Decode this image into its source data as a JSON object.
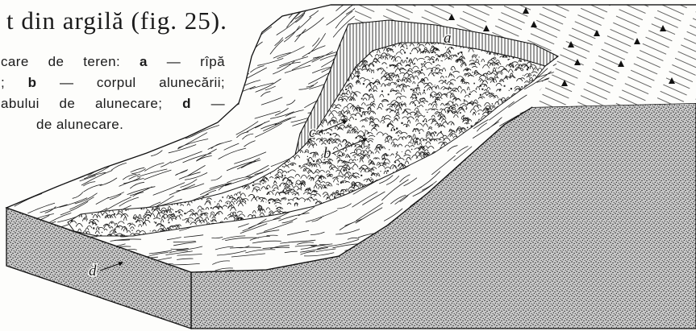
{
  "page": {
    "body_text": "t din argilă (fig. 25)."
  },
  "caption": {
    "line1": {
      "before": "care de teren: ",
      "key": "a",
      "after": " — rîpă"
    },
    "line2": {
      "before": "; ",
      "key": "b",
      "after": " — corpul alunecării;"
    },
    "line3": {
      "before": "abului de alunecare; ",
      "key": "d",
      "after": " —"
    },
    "line4": {
      "text": "de alunecare."
    }
  },
  "figure": {
    "labels": {
      "a": "a",
      "b": "b",
      "c": "c",
      "d": "d"
    },
    "symbols": [
      "tree-icon"
    ]
  },
  "colors": {
    "paper": "#fdfdfb",
    "ink": "#1b1b1b",
    "stipple": "#cbcbcb"
  }
}
